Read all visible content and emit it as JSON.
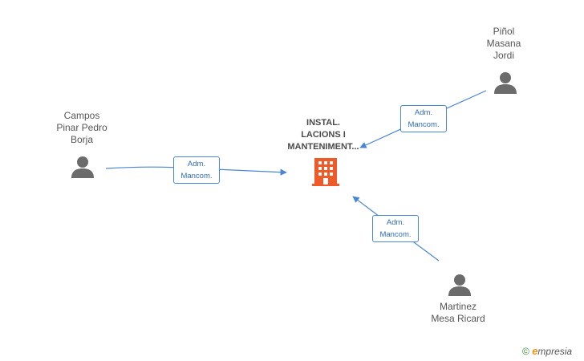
{
  "company": {
    "name_lines": [
      "INSTAL.",
      "LACIONS I",
      "MANTENIMENT..."
    ],
    "icon": "building-icon",
    "icon_color": "#f05a28"
  },
  "people": [
    {
      "id": "campos",
      "name_lines": [
        "Campos",
        "Pinar Pedro",
        "Borja"
      ],
      "icon": "person-icon"
    },
    {
      "id": "pinol",
      "name_lines": [
        "Piñol",
        "Masana",
        "Jordi"
      ],
      "icon": "person-icon"
    },
    {
      "id": "martinez",
      "name_lines": [
        "Martinez",
        "Mesa Ricard"
      ],
      "icon": "person-icon"
    }
  ],
  "relations": [
    {
      "from": "campos",
      "to": "company",
      "label_lines": [
        "Adm.",
        "Mancom."
      ]
    },
    {
      "from": "pinol",
      "to": "company",
      "label_lines": [
        "Adm.",
        "Mancom."
      ]
    },
    {
      "from": "martinez",
      "to": "company",
      "label_lines": [
        "Adm.",
        "Mancom."
      ]
    }
  ],
  "colors": {
    "edge": "#4a86d6",
    "person_icon": "#6b6b6b"
  },
  "brand": {
    "copyright_symbol": "©",
    "logo_initial": "e",
    "logo_rest": "mpresia"
  }
}
